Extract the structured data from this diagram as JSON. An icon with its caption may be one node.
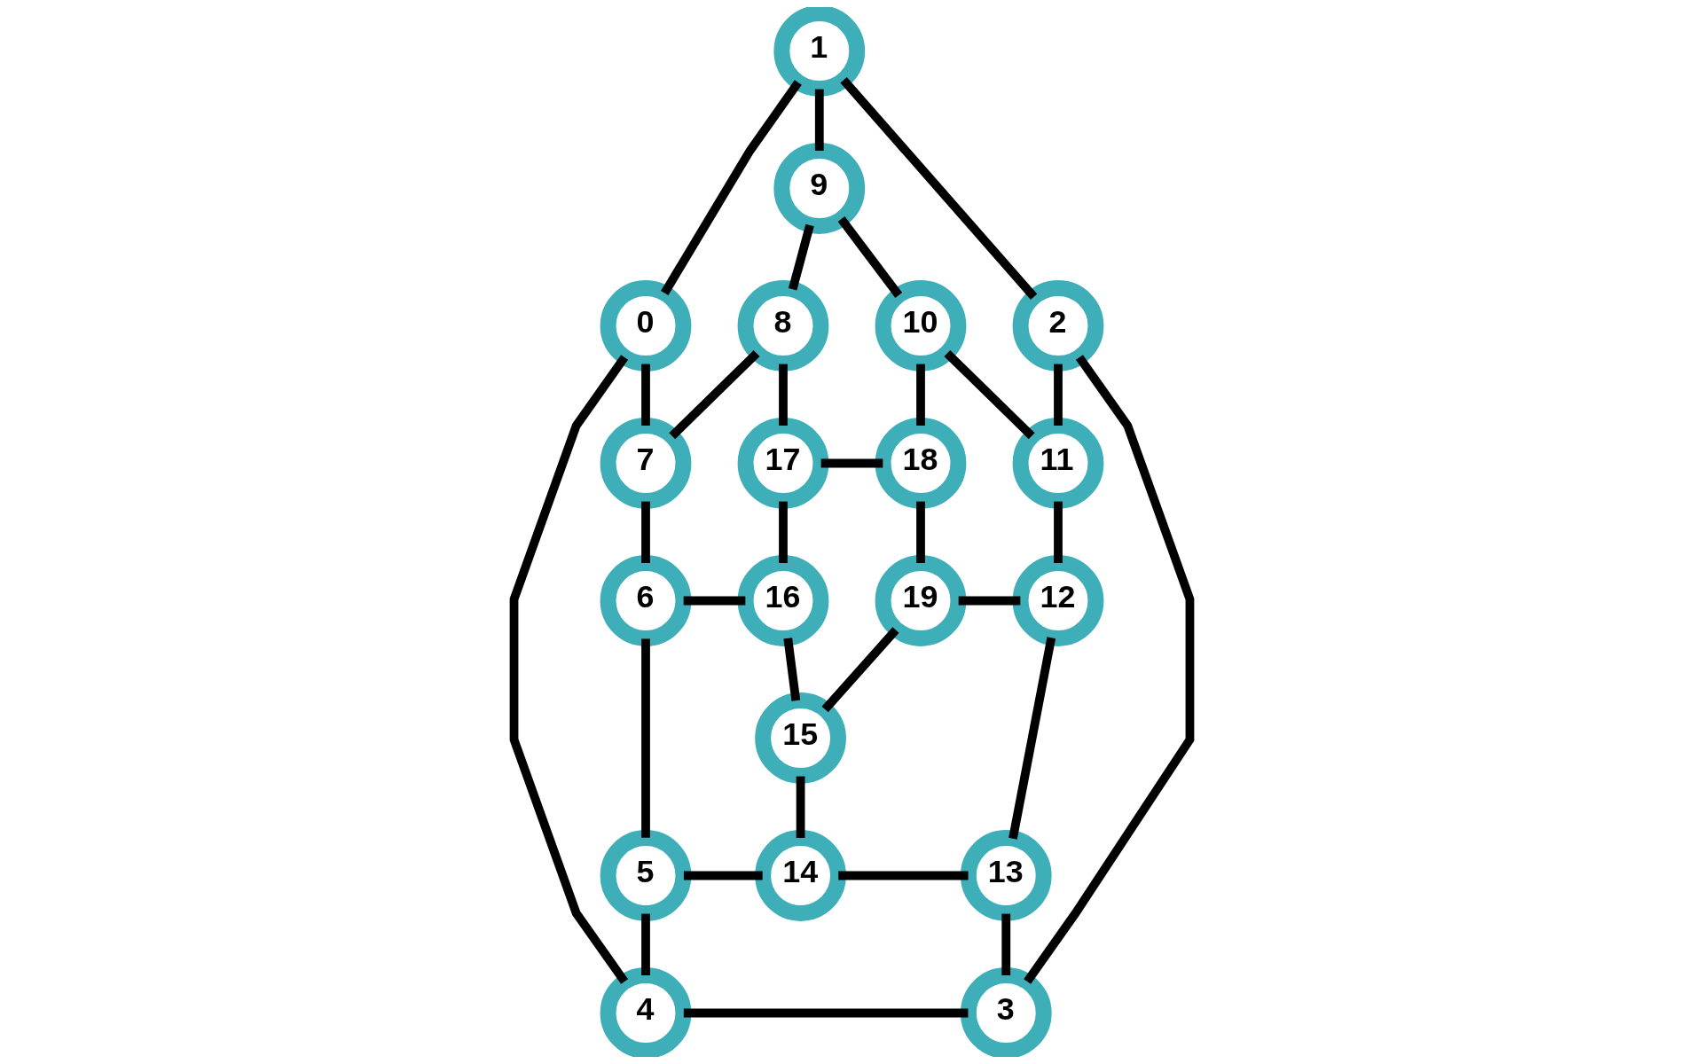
{
  "diagram": {
    "nodes": [
      {
        "text": [
          "0"
        ]
      },
      {
        "text": [
          "1"
        ]
      },
      {
        "text": [
          "2"
        ]
      },
      {
        "text": [
          "3"
        ]
      },
      {
        "text": [
          "4"
        ]
      },
      {
        "text": [
          "5"
        ]
      },
      {
        "text": [
          "6"
        ]
      },
      {
        "text": [
          "7"
        ]
      },
      {
        "text": [
          "8"
        ]
      },
      {
        "text": [
          "9"
        ]
      },
      {
        "text": [
          "10"
        ]
      },
      {
        "text": [
          "11"
        ]
      },
      {
        "text": [
          "12"
        ]
      },
      {
        "text": [
          "13"
        ]
      },
      {
        "text": [
          "14"
        ]
      },
      {
        "text": [
          "15"
        ]
      },
      {
        "text": [
          "16"
        ]
      },
      {
        "text": [
          "17"
        ]
      },
      {
        "text": [
          "18"
        ]
      },
      {
        "text": [
          "19"
        ]
      }
    ],
    "edges": [
      {
        "from": 1,
        "to": 0,
        "arrow": "none"
      },
      {
        "from": 1,
        "to": 2,
        "arrow": "none"
      },
      {
        "from": 2,
        "to": 3,
        "arrow": "none"
      },
      {
        "from": 4,
        "to": 3,
        "arrow": "none"
      },
      {
        "from": 0,
        "to": 4,
        "arrow": "none"
      },
      {
        "from": 1,
        "to": 9,
        "arrow": "none"
      },
      {
        "from": 0,
        "to": 7,
        "arrow": "none"
      },
      {
        "from": 2,
        "to": 11,
        "arrow": "none"
      },
      {
        "from": 13,
        "to": 3,
        "arrow": "none"
      },
      {
        "from": 5,
        "to": 4,
        "arrow": "none"
      },
      {
        "from": 9,
        "to": 8,
        "arrow": "none"
      },
      {
        "from": 9,
        "to": 10,
        "arrow": "none"
      },
      {
        "from": 8,
        "to": 7,
        "arrow": "none"
      },
      {
        "from": 7,
        "to": 6,
        "arrow": "none"
      },
      {
        "from": 6,
        "to": 5,
        "arrow": "none"
      },
      {
        "from": 5,
        "to": 14,
        "arrow": "none"
      },
      {
        "from": 14,
        "to": 13,
        "arrow": "none"
      },
      {
        "from": 12,
        "to": 13,
        "arrow": "none"
      },
      {
        "from": 11,
        "to": 12,
        "arrow": "none"
      },
      {
        "from": 10,
        "to": 11,
        "arrow": "none"
      },
      {
        "from": 8,
        "to": 17,
        "arrow": "none"
      },
      {
        "from": 10,
        "to": 18,
        "arrow": "none"
      },
      {
        "from": 6,
        "to": 16,
        "arrow": "none"
      },
      {
        "from": 19,
        "to": 12,
        "arrow": "none"
      },
      {
        "from": 15,
        "to": 14,
        "arrow": "none"
      },
      {
        "from": 17,
        "to": 18,
        "arrow": "none"
      },
      {
        "from": 18,
        "to": 19,
        "arrow": "none"
      },
      {
        "from": 19,
        "to": 15,
        "arrow": "none"
      },
      {
        "from": 16,
        "to": 15,
        "arrow": "none"
      },
      {
        "from": 17,
        "to": 16,
        "arrow": "none"
      }
    ]
  }
}
